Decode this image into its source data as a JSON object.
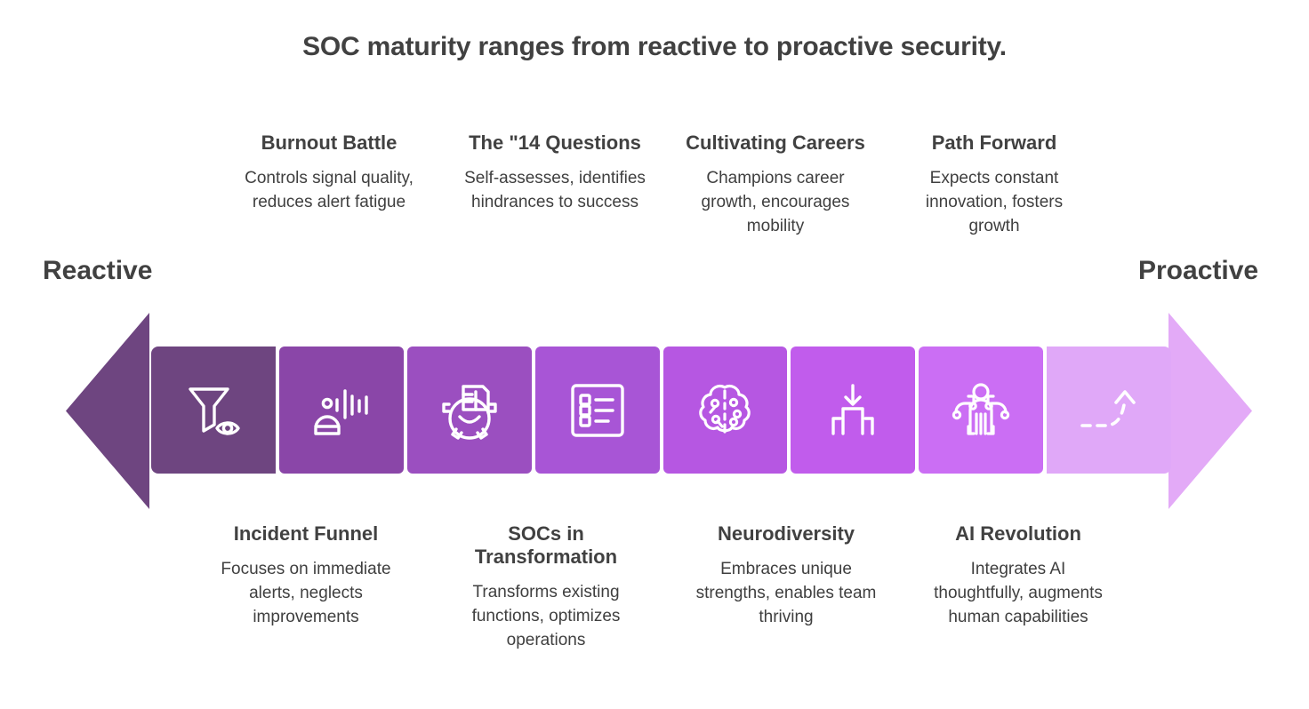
{
  "title": "SOC maturity ranges from reactive to proactive security.",
  "axis": {
    "left_label": "Reactive",
    "right_label": "Proactive",
    "left_arrow_icon": "arrow-left",
    "right_arrow_icon": "arrow-right"
  },
  "colors": {
    "title_text": "#414141",
    "body_text": "#3f3f3f",
    "background": "#ffffff",
    "arrow_left": "#6e4580",
    "arrow_right": "#e3aaf7",
    "segments": [
      "#6e4580",
      "#8a46a8",
      "#9b4fc0",
      "#a855d6",
      "#b657e2",
      "#c15cec",
      "#cb6ef4",
      "#e0a8f8"
    ]
  },
  "segments": [
    {
      "index": 1,
      "color": "#6e4580",
      "icon": "funnel-eye-icon",
      "icon_label": "Incident Funnel"
    },
    {
      "index": 2,
      "color": "#8a46a8",
      "icon": "alert-fatigue-icon",
      "icon_label": "Burnout Battle"
    },
    {
      "index": 3,
      "color": "#9b4fc0",
      "icon": "gear-transform-icon",
      "icon_label": "SOCs in Transformation"
    },
    {
      "index": 4,
      "color": "#a855d6",
      "icon": "checklist-icon",
      "icon_label": "The \"14 Questions"
    },
    {
      "index": 5,
      "color": "#b657e2",
      "icon": "brain-circuit-icon",
      "icon_label": "Neurodiversity"
    },
    {
      "index": 6,
      "color": "#c15cec",
      "icon": "career-podium-icon",
      "icon_label": "Cultivating Careers"
    },
    {
      "index": 7,
      "color": "#cb6ef4",
      "icon": "ai-human-icon",
      "icon_label": "AI Revolution"
    },
    {
      "index": 8,
      "color": "#e0a8f8",
      "icon": "growth-curve-icon",
      "icon_label": "Path Forward"
    }
  ],
  "callouts_top": [
    {
      "title": "Burnout Battle",
      "desc": "Controls signal quality, reduces alert fatigue"
    },
    {
      "title": "The \"14 Questions",
      "desc": "Self-assesses, identifies hindrances to success"
    },
    {
      "title": "Cultivating Careers",
      "desc": "Champions career growth, encourages mobility"
    },
    {
      "title": "Path Forward",
      "desc": "Expects constant innovation, fosters growth"
    }
  ],
  "callouts_bottom": [
    {
      "title": "Incident Funnel",
      "desc": "Focuses on immediate alerts, neglects improvements"
    },
    {
      "title": "SOCs in Transformation",
      "desc": "Transforms existing functions, optimizes operations"
    },
    {
      "title": "Neurodiversity",
      "desc": "Embraces unique strengths, enables team thriving"
    },
    {
      "title": "AI Revolution",
      "desc": "Integrates AI thoughtfully, augments human capabilities"
    }
  ]
}
